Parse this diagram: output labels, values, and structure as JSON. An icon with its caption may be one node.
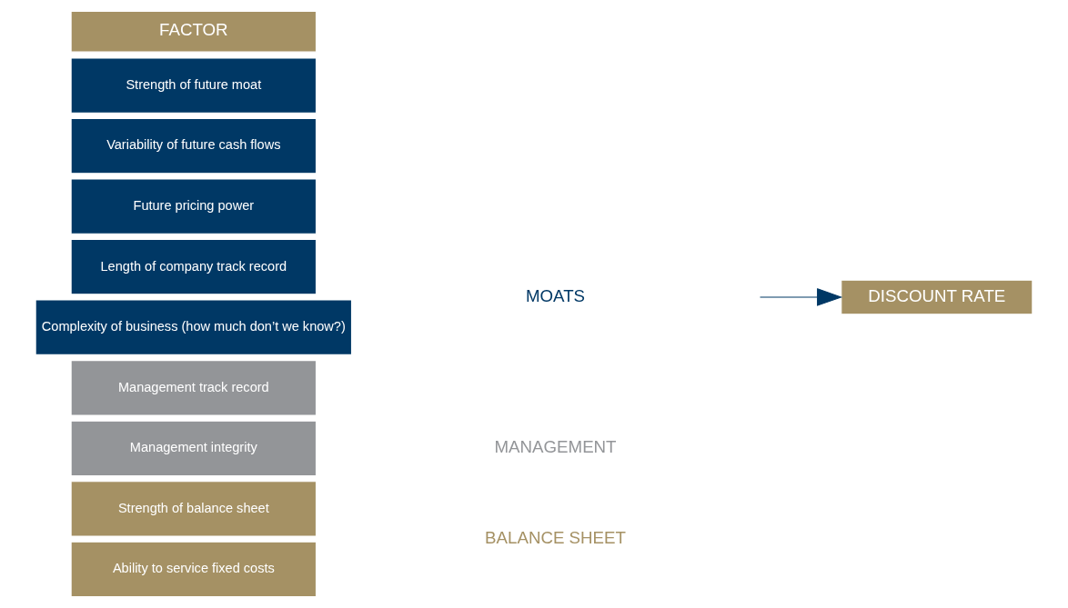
{
  "diagram": {
    "nodes": [
      {
        "text": [
          "FACTOR"
        ]
      },
      {
        "text": [
          "Strength of future moat"
        ]
      },
      {
        "text": [
          "Variability of future cash flows"
        ]
      },
      {
        "text": [
          "Future pricing power"
        ]
      },
      {
        "text": [
          "Length of company track record"
        ]
      },
      {
        "text": [
          "Complexity of business (how much don’t we know?)"
        ]
      },
      {
        "text": [
          "Management track record"
        ]
      },
      {
        "text": [
          "Management integrity"
        ]
      },
      {
        "text": [
          "Strength of balance sheet"
        ]
      },
      {
        "text": [
          "Ability to service fixed costs"
        ]
      },
      {
        "text": [
          "DISCOUNT RATE"
        ]
      }
    ],
    "edges": [
      {
        "from": null,
        "to": 10,
        "arrow": "to"
      }
    ],
    "labels": [
      "MOATS",
      "MANAGEMENT",
      "BALANCE SHEET"
    ]
  }
}
